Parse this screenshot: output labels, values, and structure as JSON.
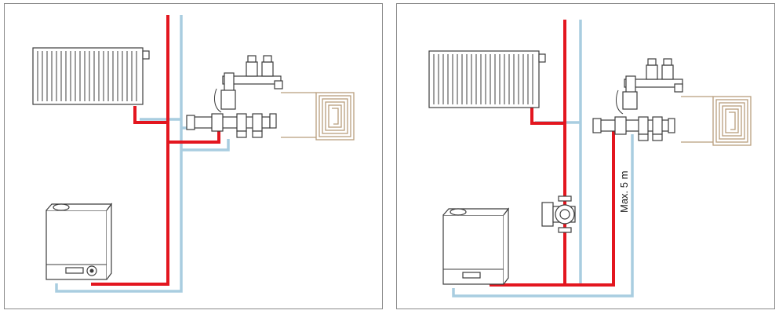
{
  "diagrams": [
    {
      "id": "direct-connection"
    },
    {
      "id": "pump-connection",
      "annotation": "Max. 5 m"
    }
  ],
  "colors": {
    "supply_pipe": "#e3161f",
    "return_pipe": "#a9cde0",
    "outline": "#3c3c3c",
    "underfloor_loop": "#b89d7c"
  },
  "icons": [
    "radiator-icon",
    "boiler-icon",
    "manifold-icon",
    "underfloor-coil-icon",
    "circulation-pump-icon"
  ]
}
